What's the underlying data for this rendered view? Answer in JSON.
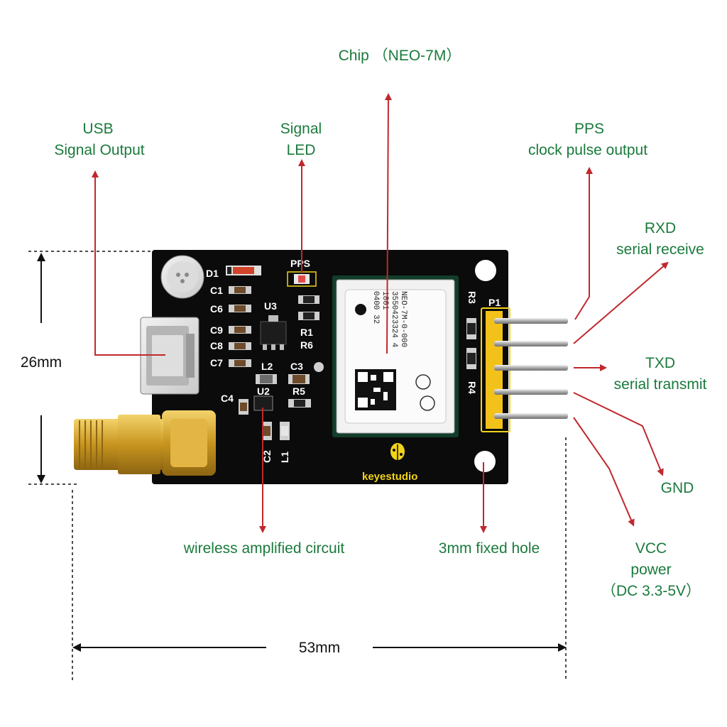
{
  "colors": {
    "label_text": "#1a7a3c",
    "arrow": "#c0282d",
    "board": "#0b0b0b",
    "header": "#f2c21b",
    "gold": "#d4a52a"
  },
  "labels": {
    "chip": "Chip （NEO-7M）",
    "usb_line1": "USB",
    "usb_line2": "Signal Output",
    "signal_led_line1": "Signal",
    "signal_led_line2": "LED",
    "pps_line1": "PPS",
    "pps_line2": "clock pulse output",
    "rxd_line1": "RXD",
    "rxd_line2": "serial receive",
    "txd_line1": "TXD",
    "txd_line2": "serial transmit",
    "gnd": "GND",
    "vcc_line1": "VCC",
    "vcc_line2": "power",
    "vcc_line3": "（DC 3.3-5V）",
    "wireless": "wireless amplified  circuit",
    "hole": "3mm fixed hole"
  },
  "dimensions": {
    "height": "26mm",
    "width": "53mm"
  },
  "silkscreen": {
    "pps": "PPS",
    "d1": "D1",
    "c1": "C1",
    "c6": "C6",
    "c9": "C9",
    "c8": "C8",
    "c7": "C7",
    "u3": "U3",
    "r1": "R1",
    "r6": "R6",
    "l2": "L2",
    "c3": "C3",
    "c4": "C4",
    "u2": "U2",
    "r5": "R5",
    "c2": "C2",
    "l1": "L1",
    "r3": "R3",
    "r4": "R4",
    "p1": "P1",
    "brand": "keyestudio"
  },
  "chip_marking": {
    "line1": "NEO-7M-0-000",
    "line2": "3550423324 4",
    "line3": "1801",
    "line4": "0400  32"
  }
}
